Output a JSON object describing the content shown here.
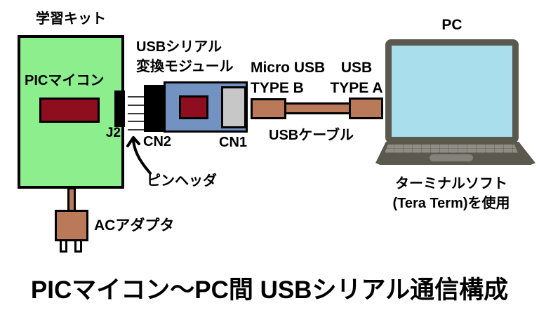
{
  "colors": {
    "board_green": "#8DEE8D",
    "chip_red": "#8E0E20",
    "module_blue": "#7292C2",
    "connector_gray": "#C7C7C7",
    "cable_brown": "#BA7A5A",
    "laptop_body": "#5B584E",
    "laptop_screen": "#A9DFEC"
  },
  "title": "PICマイコン～PC間 USBシリアル通信構成",
  "kit": {
    "label": "学習キット",
    "mcu": "PICマイコン",
    "j2": "J2",
    "adapter_label": "ACアダプタ"
  },
  "module": {
    "name_line1": "USBシリアル",
    "name_line2": "変換モジュール",
    "cn2": "CN2",
    "cn1": "CN1",
    "pin_header": "ピンヘッダ"
  },
  "cable": {
    "micro_line1": "Micro USB",
    "micro_line2": "TYPE B",
    "a_line1": "USB",
    "a_line2": "TYPE A",
    "label": "USBケーブル"
  },
  "pc": {
    "label": "PC",
    "note_line1": "ターミナルソフト",
    "note_line2": "(Tera Term)を使用"
  }
}
